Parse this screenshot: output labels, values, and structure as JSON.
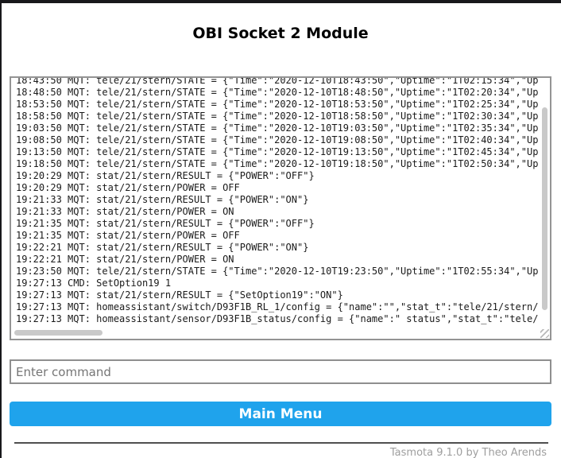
{
  "header": {
    "title": "OBI Socket 2 Module"
  },
  "console": {
    "lines": [
      "18:43:50 MQT: tele/21/stern/STATE = {\"Time\":\"2020-12-10T18:43:50\",\"Uptime\":\"1T02:15:34\",\"Up",
      "18:48:50 MQT: tele/21/stern/STATE = {\"Time\":\"2020-12-10T18:48:50\",\"Uptime\":\"1T02:20:34\",\"Up",
      "18:53:50 MQT: tele/21/stern/STATE = {\"Time\":\"2020-12-10T18:53:50\",\"Uptime\":\"1T02:25:34\",\"Up",
      "18:58:50 MQT: tele/21/stern/STATE = {\"Time\":\"2020-12-10T18:58:50\",\"Uptime\":\"1T02:30:34\",\"Up",
      "19:03:50 MQT: tele/21/stern/STATE = {\"Time\":\"2020-12-10T19:03:50\",\"Uptime\":\"1T02:35:34\",\"Up",
      "19:08:50 MQT: tele/21/stern/STATE = {\"Time\":\"2020-12-10T19:08:50\",\"Uptime\":\"1T02:40:34\",\"Up",
      "19:13:50 MQT: tele/21/stern/STATE = {\"Time\":\"2020-12-10T19:13:50\",\"Uptime\":\"1T02:45:34\",\"Up",
      "19:18:50 MQT: tele/21/stern/STATE = {\"Time\":\"2020-12-10T19:18:50\",\"Uptime\":\"1T02:50:34\",\"Up",
      "19:20:29 MQT: stat/21/stern/RESULT = {\"POWER\":\"OFF\"}",
      "19:20:29 MQT: stat/21/stern/POWER = OFF",
      "19:21:33 MQT: stat/21/stern/RESULT = {\"POWER\":\"ON\"}",
      "19:21:33 MQT: stat/21/stern/POWER = ON",
      "19:21:35 MQT: stat/21/stern/RESULT = {\"POWER\":\"OFF\"}",
      "19:21:35 MQT: stat/21/stern/POWER = OFF",
      "19:22:21 MQT: stat/21/stern/RESULT = {\"POWER\":\"ON\"}",
      "19:22:21 MQT: stat/21/stern/POWER = ON",
      "19:23:50 MQT: tele/21/stern/STATE = {\"Time\":\"2020-12-10T19:23:50\",\"Uptime\":\"1T02:55:34\",\"Up",
      "19:27:13 CMD: SetOption19 1",
      "19:27:13 MQT: stat/21/stern/RESULT = {\"SetOption19\":\"ON\"}",
      "19:27:13 MQT: homeassistant/switch/D93F1B_RL_1/config = {\"name\":\"\",\"stat_t\":\"tele/21/stern/",
      "19:27:13 MQT: homeassistant/sensor/D93F1B_status/config = {\"name\":\" status\",\"stat_t\":\"tele/"
    ]
  },
  "command_input": {
    "placeholder": "Enter command",
    "value": ""
  },
  "buttons": {
    "main_menu": "Main Menu"
  },
  "footer": {
    "credit": "Tasmota 9.1.0 by Theo Arends"
  },
  "colors": {
    "accent_blue": "#1fa3ec",
    "console_border": "#949494",
    "divider": "#4f4f4f",
    "footer_text": "#9e9e9e",
    "window_edge": "#18181b"
  }
}
